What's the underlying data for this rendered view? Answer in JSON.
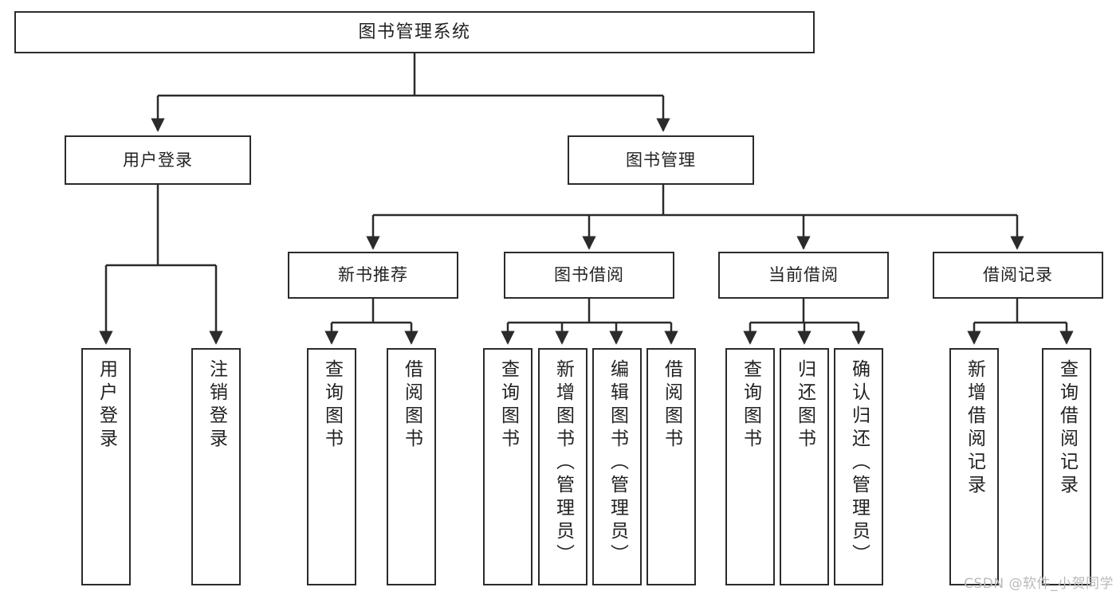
{
  "diagram": {
    "title": "图书管理系统",
    "watermark": "CSDN @软件_小贺同学",
    "style": {
      "background": "#ffffff",
      "box_border": "#2b2b2b",
      "box_fill": "#ffffff",
      "text_color": "#222222",
      "connector_color": "#2b2b2b",
      "watermark_color": "#b9b9b9"
    },
    "levels": {
      "root": "图书管理系统",
      "level2": [
        "用户登录",
        "图书管理"
      ],
      "level3": [
        "新书推荐",
        "图书借阅",
        "当前借阅",
        "借阅记录"
      ]
    },
    "nodes": {
      "root": {
        "label": "图书管理系统",
        "orientation": "horizontal"
      },
      "user_login": {
        "label": "用户登录",
        "orientation": "horizontal"
      },
      "book_manage": {
        "label": "图书管理",
        "orientation": "horizontal"
      },
      "new_book_rec": {
        "label": "新书推荐",
        "orientation": "horizontal"
      },
      "book_borrow": {
        "label": "图书借阅",
        "orientation": "horizontal"
      },
      "current_borrow": {
        "label": "当前借阅",
        "orientation": "horizontal"
      },
      "borrow_record": {
        "label": "借阅记录",
        "orientation": "horizontal"
      },
      "leaf_user_login": {
        "label": "用户登录",
        "orientation": "vertical"
      },
      "leaf_logout": {
        "label": "注销登录",
        "orientation": "vertical"
      },
      "leaf_query_book_1": {
        "label": "查询图书",
        "orientation": "vertical"
      },
      "leaf_borrow_book_1": {
        "label": "借阅图书",
        "orientation": "vertical"
      },
      "leaf_query_book_2": {
        "label": "查询图书",
        "orientation": "vertical"
      },
      "leaf_add_book": {
        "label": "新增图书（管理员）",
        "orientation": "vertical"
      },
      "leaf_edit_book": {
        "label": "编辑图书（管理员）",
        "orientation": "vertical"
      },
      "leaf_borrow_book_2": {
        "label": "借阅图书",
        "orientation": "vertical"
      },
      "leaf_query_book_3": {
        "label": "查询图书",
        "orientation": "vertical"
      },
      "leaf_return_book": {
        "label": "归还图书",
        "orientation": "vertical"
      },
      "leaf_confirm_return": {
        "label": "确认归还（管理员）",
        "orientation": "vertical"
      },
      "leaf_add_record": {
        "label": "新增借阅记录",
        "orientation": "vertical"
      },
      "leaf_query_record": {
        "label": "查询借阅记录",
        "orientation": "vertical"
      }
    },
    "edges": [
      {
        "from": "root",
        "to": "user_login"
      },
      {
        "from": "root",
        "to": "book_manage"
      },
      {
        "from": "user_login",
        "to": "leaf_user_login"
      },
      {
        "from": "user_login",
        "to": "leaf_logout"
      },
      {
        "from": "book_manage",
        "to": "new_book_rec"
      },
      {
        "from": "book_manage",
        "to": "book_borrow"
      },
      {
        "from": "book_manage",
        "to": "current_borrow"
      },
      {
        "from": "book_manage",
        "to": "borrow_record"
      },
      {
        "from": "new_book_rec",
        "to": "leaf_query_book_1"
      },
      {
        "from": "new_book_rec",
        "to": "leaf_borrow_book_1"
      },
      {
        "from": "book_borrow",
        "to": "leaf_query_book_2"
      },
      {
        "from": "book_borrow",
        "to": "leaf_add_book"
      },
      {
        "from": "book_borrow",
        "to": "leaf_edit_book"
      },
      {
        "from": "book_borrow",
        "to": "leaf_borrow_book_2"
      },
      {
        "from": "current_borrow",
        "to": "leaf_query_book_3"
      },
      {
        "from": "current_borrow",
        "to": "leaf_return_book"
      },
      {
        "from": "current_borrow",
        "to": "leaf_confirm_return"
      },
      {
        "from": "borrow_record",
        "to": "leaf_add_record"
      },
      {
        "from": "borrow_record",
        "to": "leaf_query_record"
      }
    ]
  }
}
